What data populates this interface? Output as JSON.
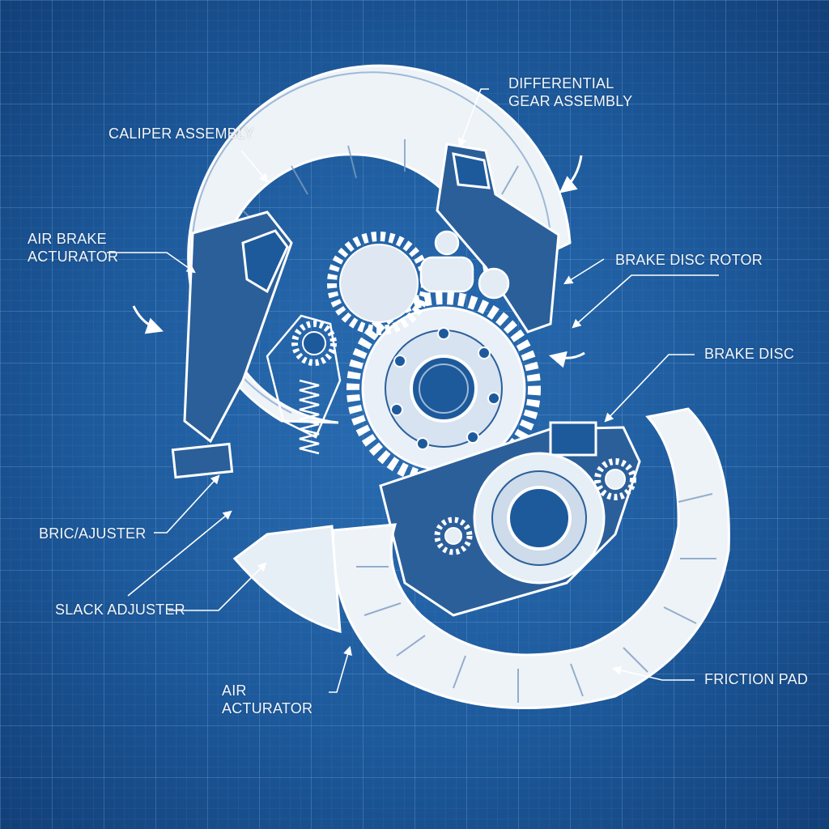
{
  "colors": {
    "background": "#1d5a9c",
    "grid": "#5d92cc",
    "linework": "#ffffff",
    "shading": "#2b5f9a"
  },
  "labels": {
    "differential_line1": "DIFFERENTIAL",
    "differential_line2": "GEAR ASSEMBLY",
    "caliper_assembly": "CALIPER ASSEMBLY",
    "air_brake_line1": "AIR BRAKE",
    "air_brake_line2": "ACTURATOR",
    "brake_disc_rotor": "BRAKE DISC ROTOR",
    "brake_disc": "BRAKE DISC",
    "brake_adjuster": "BRIC/AJUSTER",
    "slack_adjuster": "SLACK ADJUSTER",
    "air_actuator_line1": "AIR",
    "air_actuator_line2": "ACTURATOR",
    "friction_pad": "FRICTION PAD"
  },
  "icons": [
    "motion-arrow-icon",
    "leader-arrow-icon"
  ]
}
